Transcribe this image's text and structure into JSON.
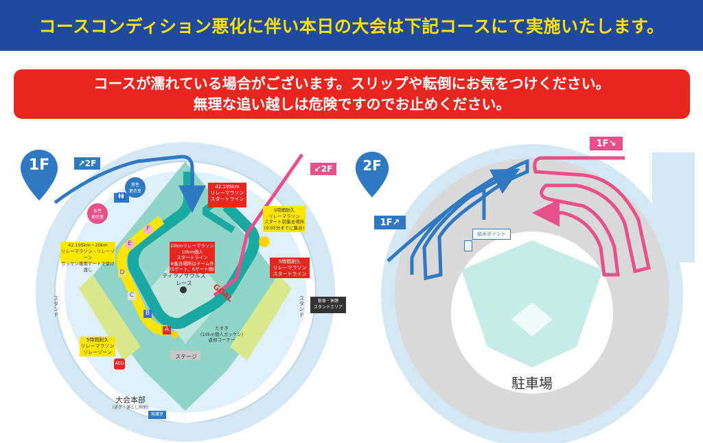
{
  "banner": {
    "text": "コースコンディション悪化に伴い本日の大会は下記コースにて実施いたします。"
  },
  "warning": {
    "line1": "コースが濡れている場合がございます。スリップや転倒にお気をつけください。",
    "line2": "無理な追い越しは危険ですのでお止めください。"
  },
  "map_1f": {
    "floor_pin": "1F",
    "to_2f_left": "2F",
    "to_2f_right": "2F",
    "locker_male": "男性\n更衣室",
    "locker_female": "女性\n更衣室",
    "gates": [
      "A",
      "B",
      "C",
      "D",
      "E",
      "F"
    ],
    "start_42k": "42.195km\nリレーマラソン\nスタートライン",
    "start_20k": "20kmリレーマラソン\n10km個人\nスタートライン\n※集合場所はドーム外\n(5ゲート、6ゲート側)",
    "relay_zone_42k": "42.195km・20km\nリレーマラソン・リレーゾーン\nガッケン専用ゲートで受け渡し",
    "endurance5h_assembly": "5時間耐久\nリレーマラソン\nスタート前集合場所\n(9:05分までに集合)",
    "endurance5h_start": "5時間耐久\nリレーマラソン\nスタートライン",
    "endurance5h_relay": "5時間耐久\nリレーマラソン\nリレーゾーン",
    "dino_race": "ティラノサウルス\nレース",
    "goal": "GOAL",
    "tasuki": "たすき\n(10km個人ガッケン)\n返却コーナー",
    "stage": "ステージ",
    "stand_left": "スタンド",
    "stand_right": "スタンド",
    "rest_area": "飲食・休憩\nスタンドエリア",
    "hq": "大会本部",
    "hq_sub": "(迷子・落とし物他)",
    "first_aid": "救護室",
    "aed": "AED"
  },
  "map_2f": {
    "floor_pin": "2F",
    "to_1f_top": "1F",
    "to_1f_left": "1F",
    "water": "給水ポイント",
    "parking": "駐車場"
  },
  "colors": {
    "banner_bg": "#1f4aa0",
    "banner_text": "#ffe300",
    "warning_bg": "#e8261f",
    "course_blue": "#2f78c2",
    "course_pink": "#e8508a",
    "track_teal": "#1aa9a2",
    "field_green": "#8fd4c6",
    "outer_ring": "#d3e7f5",
    "grey_ring": "#d9d9d9",
    "label_red": "#e8261f",
    "yellow": "#ffe600"
  },
  "icons": [
    "map-pin-icon",
    "arrow-up-right-icon",
    "arrow-down-left-icon",
    "arrow-down-right-icon",
    "toilet-icon",
    "water-cup-icon",
    "aed-icon"
  ]
}
